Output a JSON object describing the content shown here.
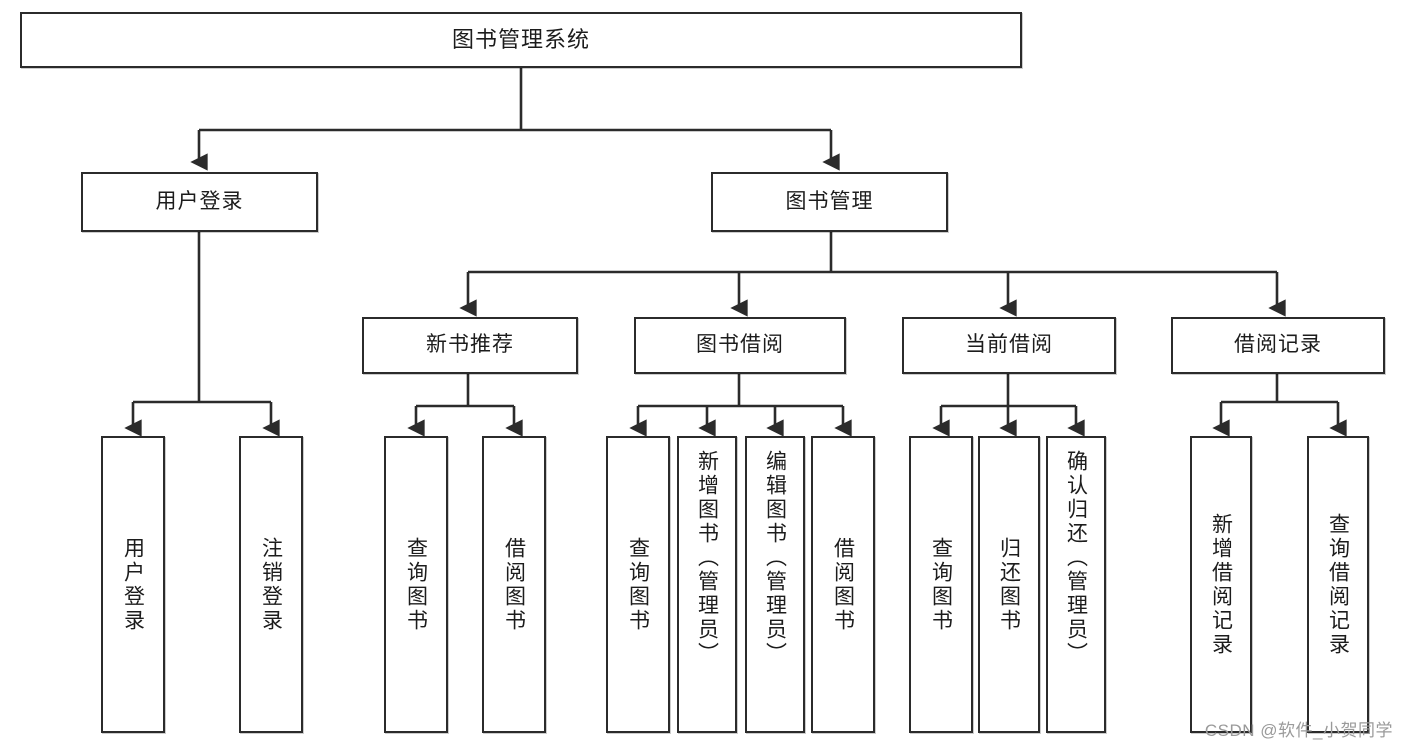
{
  "diagram": {
    "title": "图书管理系统",
    "type": "tree",
    "watermark": "CSDN @软件_小贺同学",
    "colors": {
      "stroke": "#2b2b2b",
      "fill": "#ffffff",
      "text": "#1c1c1c",
      "watermark": "#9a9a9a"
    },
    "nodes": {
      "root": {
        "label": "图书管理系统"
      },
      "level2": [
        {
          "id": "user-login",
          "label": "用户登录"
        },
        {
          "id": "book-manage",
          "label": "图书管理"
        }
      ],
      "level3": [
        {
          "id": "new-book-recommend",
          "label": "新书推荐"
        },
        {
          "id": "book-borrow",
          "label": "图书借阅"
        },
        {
          "id": "current-borrow",
          "label": "当前借阅"
        },
        {
          "id": "borrow-record",
          "label": "借阅记录"
        }
      ],
      "leaves": {
        "user-login": [
          {
            "id": "leaf-user-login",
            "label": "用户登录"
          },
          {
            "id": "leaf-logout-login",
            "label": "注销登录"
          }
        ],
        "new-book-recommend": [
          {
            "id": "leaf-query-book-1",
            "label": "查询图书"
          },
          {
            "id": "leaf-borrow-book-1",
            "label": "借阅图书"
          }
        ],
        "book-borrow": [
          {
            "id": "leaf-query-book-2",
            "label": "查询图书"
          },
          {
            "id": "leaf-add-book",
            "label": "新增图书（管理员）"
          },
          {
            "id": "leaf-edit-book",
            "label": "编辑图书（管理员）"
          },
          {
            "id": "leaf-borrow-book-2",
            "label": "借阅图书"
          }
        ],
        "current-borrow": [
          {
            "id": "leaf-query-book-3",
            "label": "查询图书"
          },
          {
            "id": "leaf-return-book",
            "label": "归还图书"
          },
          {
            "id": "leaf-confirm-return",
            "label": "确认归还（管理员）"
          }
        ],
        "borrow-record": [
          {
            "id": "leaf-add-record",
            "label": "新增借阅记录"
          },
          {
            "id": "leaf-query-record",
            "label": "查询借阅记录"
          }
        ]
      }
    }
  }
}
